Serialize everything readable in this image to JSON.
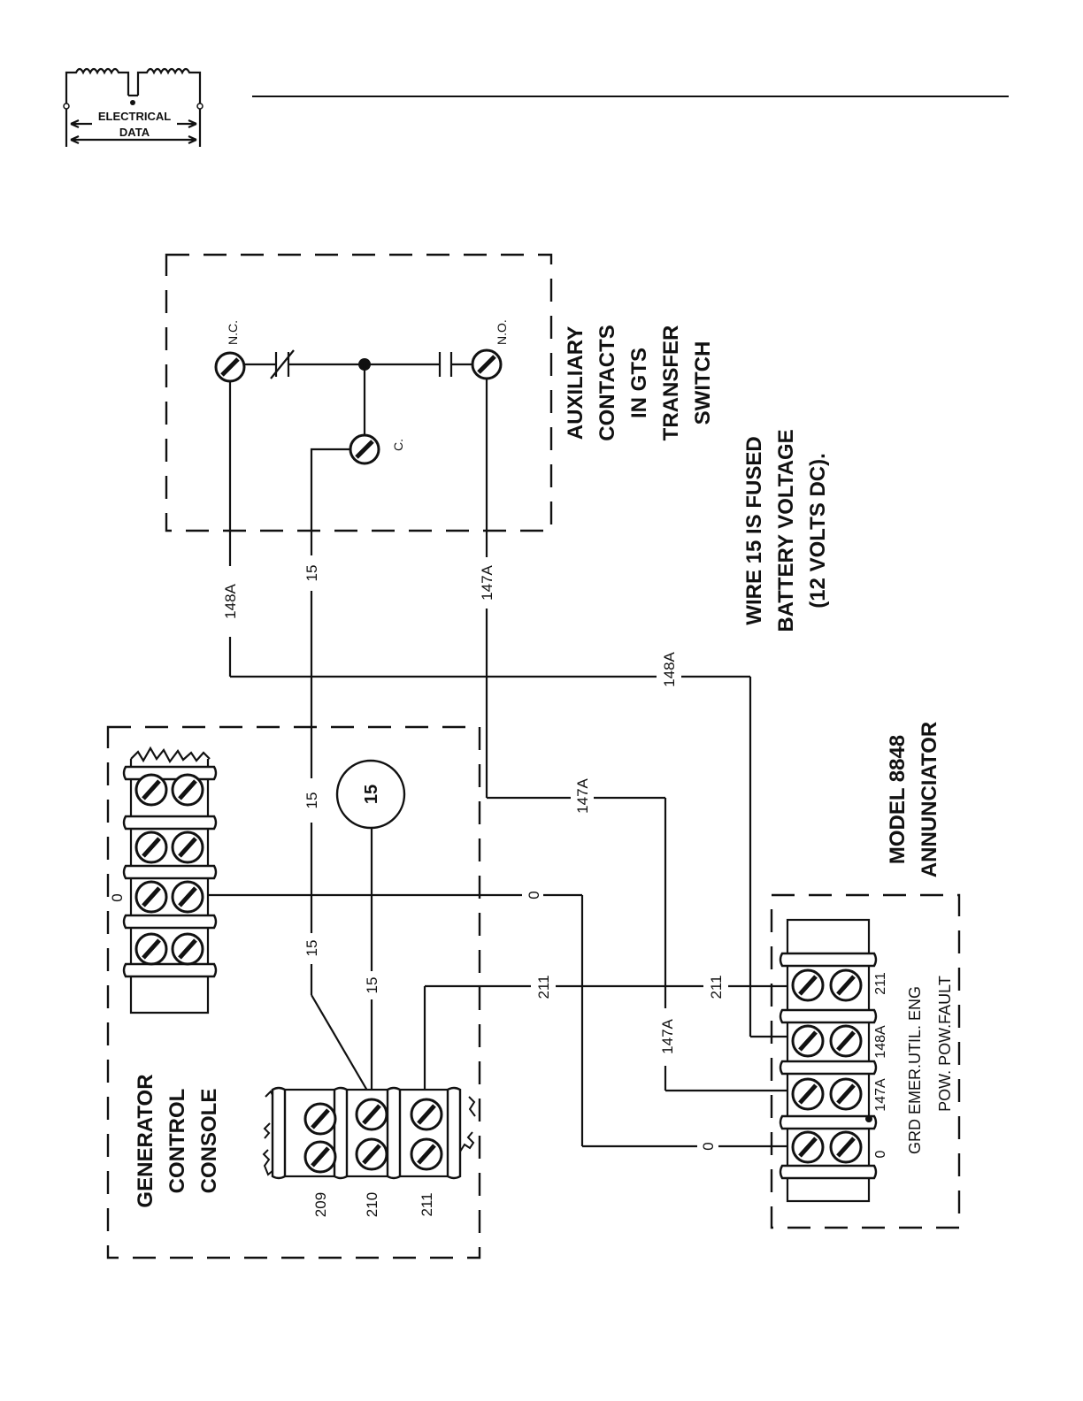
{
  "logo": {
    "line1": "ELECTRICAL",
    "line2": "DATA"
  },
  "aux_contacts": {
    "title": [
      "AUXILIARY",
      "CONTACTS",
      "IN GTS",
      "TRANSFER",
      "SWITCH"
    ],
    "nc": "N.C.",
    "no": "N.O.",
    "c": "C."
  },
  "note": [
    "WIRE 15 IS FUSED",
    "BATTERY VOLTAGE",
    "(12 VOLTS DC)."
  ],
  "console": {
    "title": [
      "GENERATOR",
      "CONTROL",
      "CONSOLE"
    ],
    "upper_strip_zero": "0",
    "terminals": [
      "209",
      "210",
      "211"
    ],
    "circle_label": "15"
  },
  "annunciator": {
    "title": [
      "MODEL 8848",
      "ANNUNCIATOR"
    ],
    "terminal_numbers": [
      "0",
      "147A",
      "148A",
      "211"
    ],
    "row_labels": "GRD EMER.UTIL. ENG",
    "row_labels2": "POW. POW.FAULT"
  },
  "wire_labels": {
    "w148a": "148A",
    "w15": "15",
    "w147a": "147A",
    "w0": "0",
    "w211": "211"
  }
}
